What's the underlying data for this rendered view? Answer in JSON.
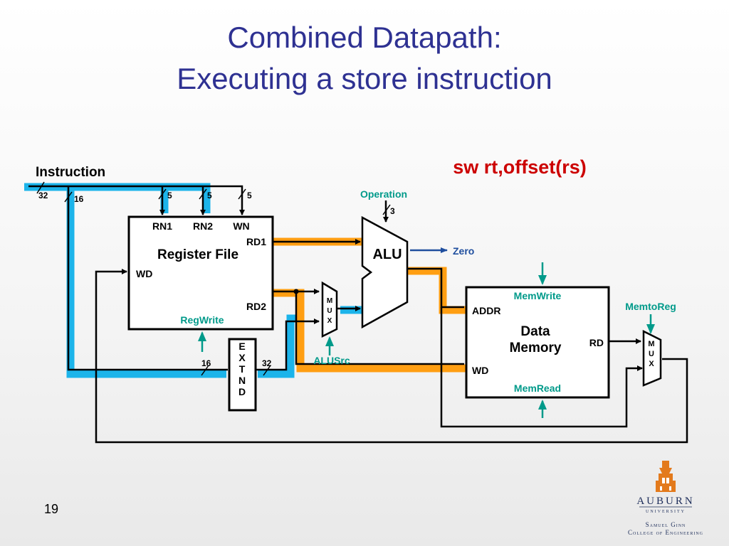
{
  "slide": {
    "title_line1": "Combined Datapath:",
    "title_line2": "Executing a store instruction",
    "instruction_format": "sw rt,offset(rs)",
    "page_number": "19"
  },
  "diagram": {
    "instruction_label": "Instruction",
    "bus_widths": {
      "instr": "32",
      "imm": "16",
      "rn1": "5",
      "rn2": "5",
      "wn": "5",
      "alu_op": "3",
      "ext_in": "16",
      "ext_out": "32"
    },
    "register_file": {
      "title": "Register File",
      "rn1": "RN1",
      "rn2": "RN2",
      "wn": "WN",
      "rd1": "RD1",
      "rd2": "RD2",
      "wd": "WD",
      "control": "RegWrite"
    },
    "alu": {
      "label": "ALU",
      "control": "Operation",
      "zero": "Zero"
    },
    "mux_alu": {
      "letters": [
        "M",
        "U",
        "X"
      ],
      "control": "ALUSrc"
    },
    "extend": {
      "letters": [
        "E",
        "X",
        "T",
        "N",
        "D"
      ]
    },
    "data_memory": {
      "title_line1": "Data",
      "title_line2": "Memory",
      "addr": "ADDR",
      "wd": "WD",
      "rd": "RD",
      "write_control": "MemWrite",
      "read_control": "MemRead"
    },
    "mux_mem": {
      "letters": [
        "M",
        "U",
        "X"
      ],
      "control": "MemtoReg"
    },
    "colors": {
      "title": "#2e3192",
      "instruction": "#cc0000",
      "control": "#009a8a",
      "active_blue": "#1cb4ea",
      "active_orange": "#ff9e12"
    }
  },
  "logo": {
    "name": "AUBURN",
    "subtitle": "UNIVERSITY",
    "college_line1": "Samuel Ginn",
    "college_line2": "College of Engineering",
    "icon": "auburn-tower-icon"
  }
}
